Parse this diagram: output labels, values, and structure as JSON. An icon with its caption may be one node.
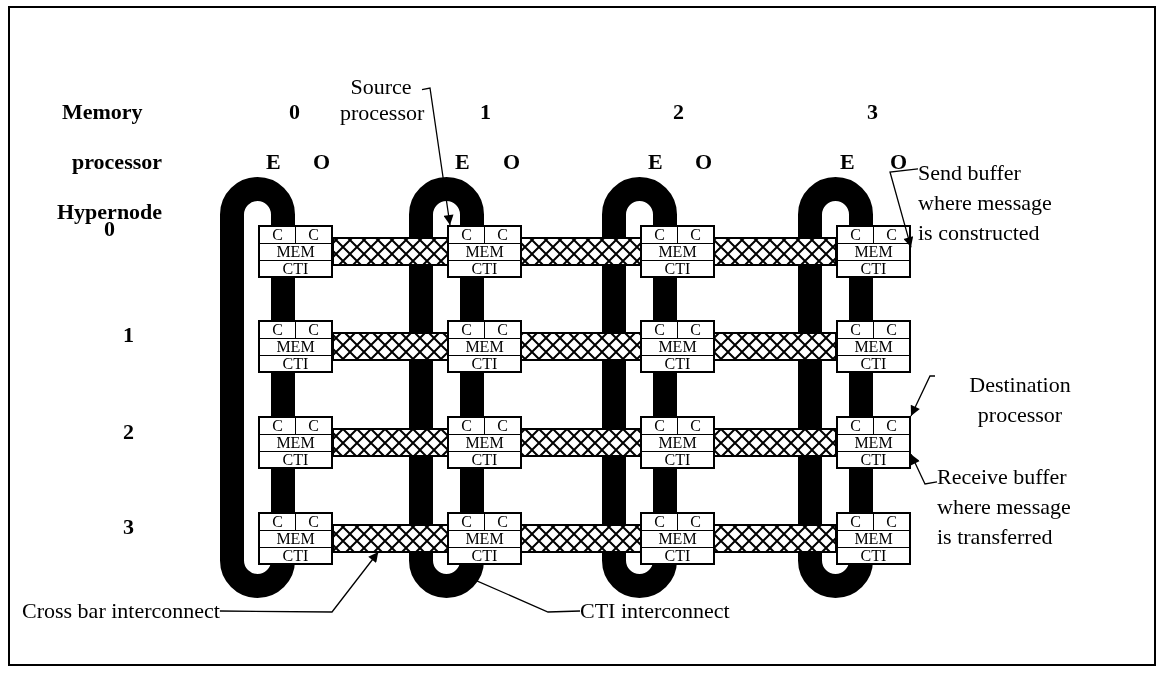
{
  "diagram": {
    "nodes": [
      {
        "text": [
          "Source processor"
        ]
      },
      {
        "text": [
          "C",
          "C",
          "MEM",
          "CTI"
        ]
      },
      {
        "text": [
          "C",
          "C",
          "MEM",
          "CTI"
        ]
      },
      {
        "text": [
          "C",
          "C",
          "MEM",
          "CTI"
        ]
      },
      {
        "text": [
          "C",
          "C",
          "MEM",
          "CTI"
        ]
      },
      {
        "text": [
          "C",
          "C",
          "MEM",
          "CTI"
        ]
      },
      {
        "text": [
          "C",
          "C",
          "MEM",
          "CTI"
        ]
      },
      {
        "text": [
          "C",
          "C",
          "MEM",
          "CTI"
        ]
      },
      {
        "text": [
          "C",
          "C",
          "MEM",
          "CTI"
        ]
      },
      {
        "text": [
          "C",
          "C",
          "MEM",
          "CTI"
        ]
      },
      {
        "text": [
          "C",
          "C",
          "MEM",
          "CTI"
        ]
      },
      {
        "text": [
          "C",
          "C",
          "MEM",
          "CTI"
        ]
      },
      {
        "text": [
          "C",
          "C",
          "MEM",
          "CTI"
        ]
      },
      {
        "text": [
          "C",
          "C",
          "MEM",
          "CTI"
        ]
      },
      {
        "text": [
          "C",
          "C",
          "MEM",
          "CTI"
        ]
      },
      {
        "text": [
          "C",
          "C",
          "MEM",
          "CTI"
        ]
      },
      {
        "text": [
          "C",
          "C",
          "MEM",
          "CTI"
        ]
      },
      {
        "text": [],
        "shape": "bar"
      },
      {
        "text": [],
        "shape": "bar"
      },
      {
        "text": [],
        "shape": "bar"
      },
      {
        "text": [],
        "shape": "bar"
      },
      {
        "text": [],
        "shape": "loop"
      },
      {
        "text": [],
        "shape": "loop"
      },
      {
        "text": [],
        "shape": "loop"
      },
      {
        "text": [],
        "shape": "loop"
      },
      {
        "text": [
          "Send buffer where message is constructed"
        ]
      },
      {
        "text": [
          "Destination processor"
        ]
      },
      {
        "text": [
          "Receive buffer where message is transferred"
        ]
      },
      {
        "text": [
          "Cross bar interconnect"
        ]
      },
      {
        "text": [
          "CTI interconnect"
        ]
      }
    ],
    "edges": [
      {
        "from": 0,
        "to": 2,
        "arrow": "to"
      },
      {
        "from": 25,
        "to": 4,
        "arrow": "to"
      },
      {
        "from": 26,
        "to": 12,
        "arrow": "to"
      },
      {
        "from": 27,
        "to": 12,
        "arrow": "to"
      },
      {
        "from": 28,
        "to": 20,
        "arrow": "to"
      },
      {
        "from": 29,
        "to": 22,
        "arrow": "to"
      }
    ],
    "labels": [
      "Memory",
      "0",
      "1",
      "2",
      "3",
      "processor",
      "E",
      "O",
      "E",
      "O",
      "E",
      "O",
      "E",
      "O",
      "Hypernode",
      "0",
      "1",
      "2",
      "3"
    ]
  }
}
